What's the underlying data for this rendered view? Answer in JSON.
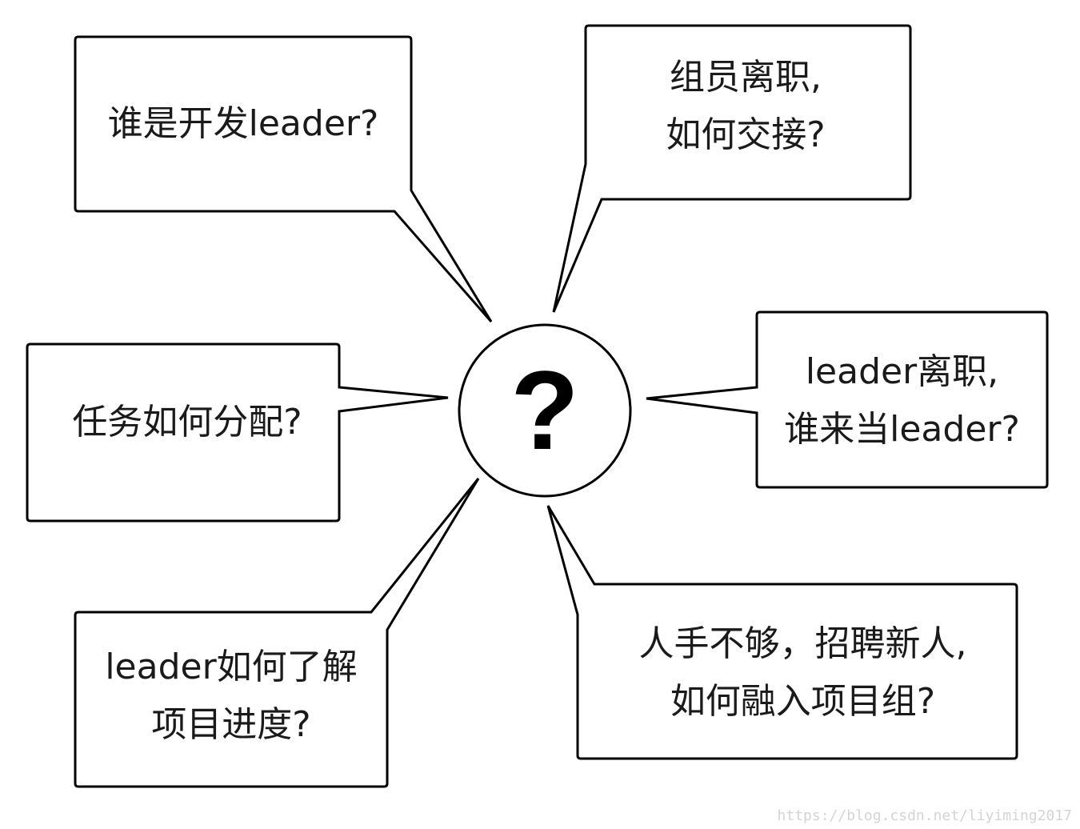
{
  "center": {
    "symbol": "?"
  },
  "bubbles": [
    {
      "lines": [
        "谁是开发leader?"
      ]
    },
    {
      "lines": [
        "组员离职,",
        "如何交接?"
      ]
    },
    {
      "lines": [
        "leader离职,",
        "谁来当leader?"
      ]
    },
    {
      "lines": [
        "任务如何分配?"
      ]
    },
    {
      "lines": [
        "leader如何了解",
        "项目进度?"
      ]
    },
    {
      "lines": [
        "人手不够，招聘新人,",
        "如何融入项目组?"
      ]
    }
  ],
  "watermark": "https://blog.csdn.net/liyiming2017"
}
